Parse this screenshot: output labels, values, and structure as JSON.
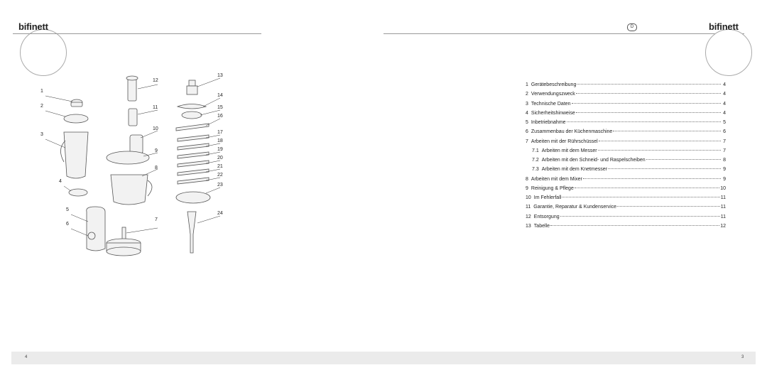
{
  "header": {
    "logo_left": "bifinett",
    "logo_right": "bifinett",
    "language_badge": "D"
  },
  "figure": {
    "callouts": [
      "1",
      "2",
      "3",
      "4",
      "5",
      "6",
      "7",
      "8",
      "9",
      "10",
      "11",
      "12",
      "13",
      "14",
      "15",
      "16",
      "17",
      "18",
      "19",
      "20",
      "21",
      "22",
      "23",
      "24"
    ]
  },
  "toc": {
    "items": [
      {
        "num": "1",
        "title": "Gerätebeschreibung",
        "page": "4"
      },
      {
        "num": "2",
        "title": "Verwendungszweck",
        "page": "4"
      },
      {
        "num": "3",
        "title": "Technische Daten",
        "page": "4"
      },
      {
        "num": "4",
        "title": "Sicherheitshinweise",
        "page": "4"
      },
      {
        "num": "5",
        "title": "Inbetriebnahme",
        "page": "5"
      },
      {
        "num": "6",
        "title": "Zusammenbau der Küchenmaschine",
        "page": "6"
      },
      {
        "num": "7",
        "title": "Arbeiten mit der Rührschüssel",
        "page": "7"
      },
      {
        "num": "7.1",
        "title": "Arbeiten mit dem Messer",
        "page": "7"
      },
      {
        "num": "7.2",
        "title": "Arbeiten mit den Schneid- und Raspelscheiben",
        "page": "8"
      },
      {
        "num": "7.3",
        "title": "Arbeiten mit dem Knetmesser",
        "page": "9"
      },
      {
        "num": "8",
        "title": "Arbeiten mit dem Mixer",
        "page": "9"
      },
      {
        "num": "9",
        "title": "Reinigung & Pflege",
        "page": "10"
      },
      {
        "num": "10",
        "title": "Im Fehlerfall",
        "page": "11"
      },
      {
        "num": "11",
        "title": "Garantie, Reparatur & Kundenservice",
        "page": "11"
      },
      {
        "num": "12",
        "title": "Entsorgung",
        "page": "11"
      },
      {
        "num": "13",
        "title": "Tabelle",
        "page": "12"
      }
    ]
  },
  "footer": {
    "left_page_number": "4",
    "right_page_number": "3"
  }
}
